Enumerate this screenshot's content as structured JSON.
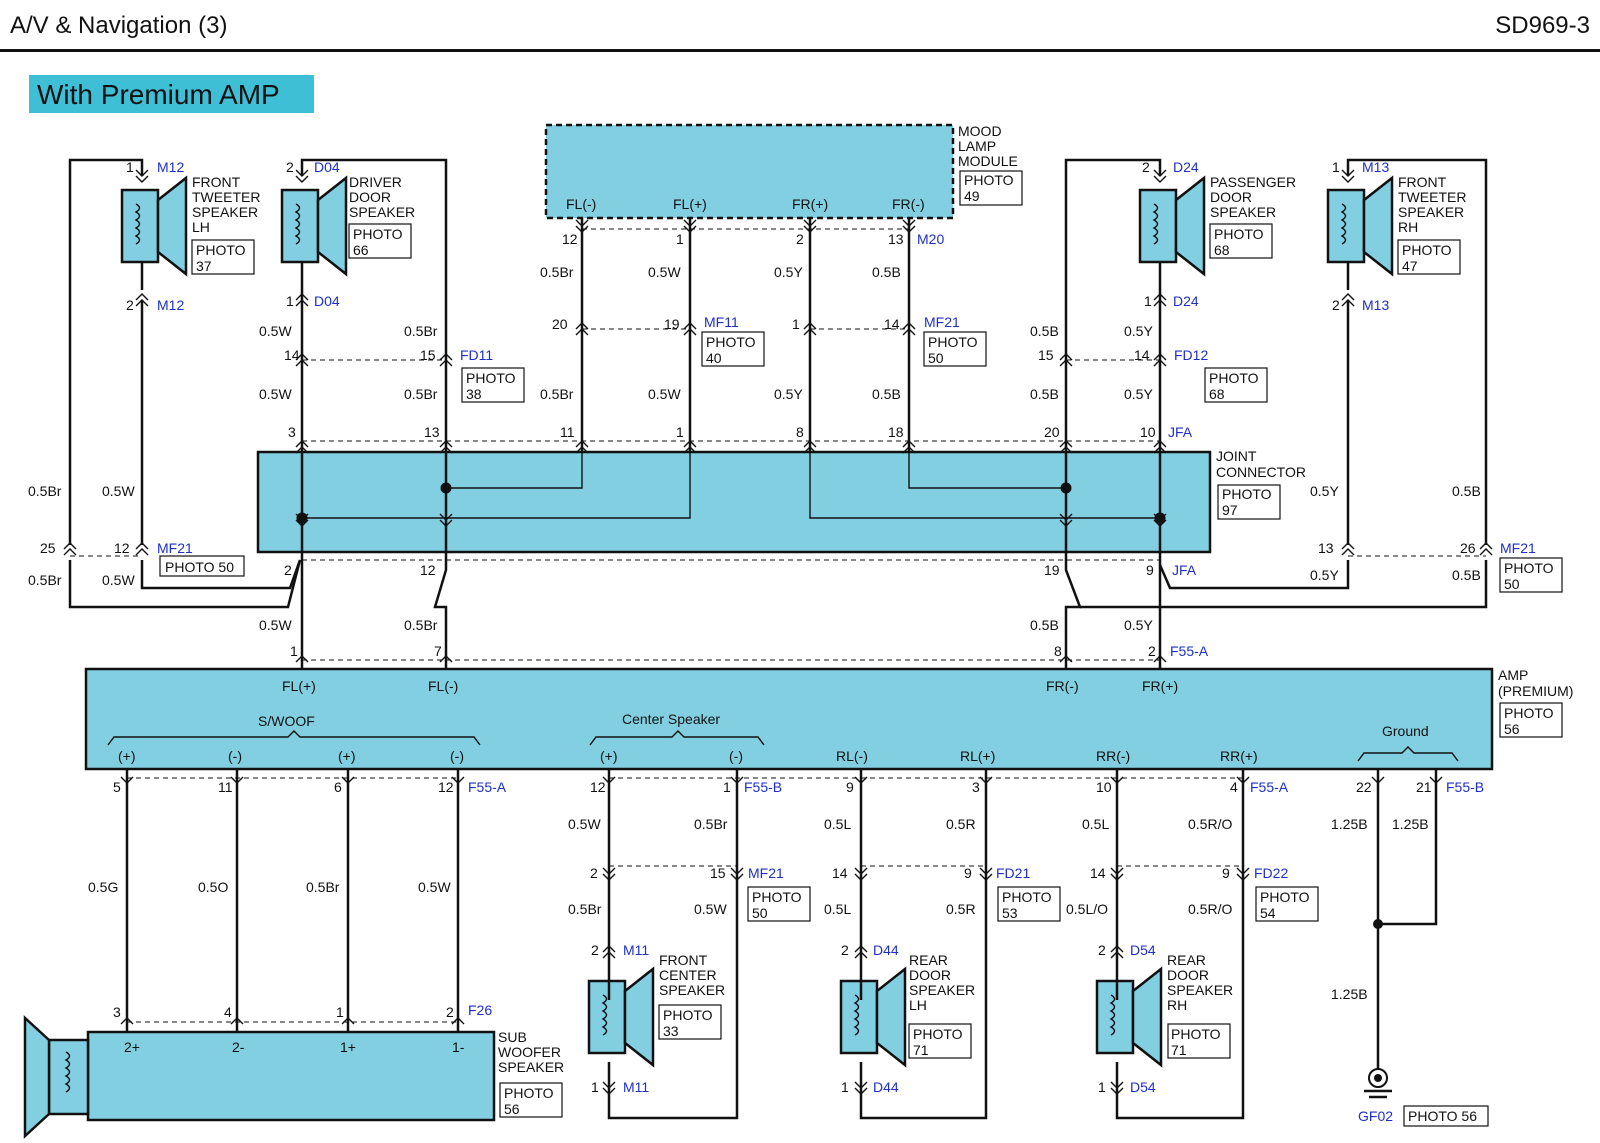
{
  "header": {
    "title": "A/V & Navigation (3)",
    "code": "SD969-3"
  },
  "variant_tag": "With Premium AMP",
  "modules": {
    "mood_lamp": {
      "name_lines": [
        "MOOD",
        "LAMP",
        "MODULE"
      ],
      "photo": [
        "PHOTO",
        "49"
      ],
      "pins": [
        "FL(-)",
        "FL(+)",
        "FR(+)",
        "FR(-)"
      ],
      "connector": "M20"
    },
    "joint": {
      "name_lines": [
        "JOINT",
        "CONNECTOR"
      ],
      "photo": [
        "PHOTO",
        "97"
      ],
      "connector": "JFA"
    },
    "amp": {
      "name_lines": [
        "AMP",
        "(PREMIUM)"
      ],
      "photo": [
        "PHOTO",
        "56"
      ],
      "top_pins": [
        "FL(+)",
        "FL(-)",
        "FR(-)",
        "FR(+)"
      ],
      "groups": [
        "S/WOOF",
        "Center Speaker",
        "Ground"
      ],
      "bottom_pins": [
        "(+)",
        "(-)",
        "(+)",
        "(-)",
        "(+)",
        "(-)",
        "RL(-)",
        "RL(+)",
        "RR(-)",
        "RR(+)"
      ],
      "connectors": [
        "F55-A",
        "F55-B"
      ]
    },
    "subwoofer": {
      "name_lines": [
        "SUB",
        "WOOFER",
        "SPEAKER"
      ],
      "photo": [
        "PHOTO",
        "56"
      ],
      "pins": [
        "2+",
        "2-",
        "1+",
        "1-"
      ],
      "connector": "F26"
    },
    "ground": {
      "id": "GF02",
      "photo": "PHOTO 56"
    }
  },
  "speakers": [
    {
      "name_lines": [
        "FRONT",
        "TWEETER",
        "SPEAKER",
        "LH"
      ],
      "photo": [
        "PHOTO",
        "37"
      ],
      "connector": "M12",
      "pins": [
        "1",
        "2"
      ]
    },
    {
      "name_lines": [
        "DRIVER",
        "DOOR",
        "SPEAKER"
      ],
      "photo": [
        "PHOTO",
        "66"
      ],
      "connector": "D04",
      "pins": [
        "2",
        "1"
      ]
    },
    {
      "name_lines": [
        "PASSENGER",
        "DOOR",
        "SPEAKER"
      ],
      "photo": [
        "PHOTO",
        "68"
      ],
      "connector": "D24",
      "pins": [
        "2",
        "1"
      ]
    },
    {
      "name_lines": [
        "FRONT",
        "TWEETER",
        "SPEAKER",
        "RH"
      ],
      "photo": [
        "PHOTO",
        "47"
      ],
      "connector": "M13",
      "pins": [
        "1",
        "2"
      ]
    },
    {
      "name_lines": [
        "FRONT",
        "CENTER",
        "SPEAKER"
      ],
      "photo": [
        "PHOTO",
        "33"
      ],
      "connector": "M11",
      "pins": [
        "2",
        "1"
      ]
    },
    {
      "name_lines": [
        "REAR",
        "DOOR",
        "SPEAKER",
        "LH"
      ],
      "photo": [
        "PHOTO",
        "71"
      ],
      "connector": "D44",
      "pins": [
        "2",
        "1"
      ]
    },
    {
      "name_lines": [
        "REAR",
        "DOOR",
        "SPEAKER",
        "RH"
      ],
      "photo": [
        "PHOTO",
        "71"
      ],
      "connector": "D54",
      "pins": [
        "2",
        "1"
      ]
    }
  ],
  "connectors": {
    "FD11": {
      "pins": [
        "14",
        "15"
      ],
      "photo": [
        "PHOTO",
        "38"
      ]
    },
    "MF11": {
      "pins": [
        "20",
        "19"
      ],
      "photo": [
        "PHOTO",
        "40"
      ]
    },
    "MF21_top": {
      "id": "MF21",
      "pins": [
        "1",
        "14"
      ],
      "photo": [
        "PHOTO",
        "50"
      ]
    },
    "FD12": {
      "pins": [
        "15",
        "14"
      ],
      "photo": [
        "PHOTO",
        "68"
      ]
    },
    "MF21_left": {
      "id": "MF21",
      "pins": [
        "25",
        "12"
      ],
      "photo": "PHOTO 50"
    },
    "MF21_right": {
      "id": "MF21",
      "pins": [
        "13",
        "26"
      ],
      "photo": [
        "PHOTO",
        "50"
      ]
    },
    "MF21_center": {
      "id": "MF21",
      "pins": [
        "2",
        "15"
      ],
      "photo": [
        "PHOTO",
        "50"
      ]
    },
    "FD21": {
      "pins": [
        "14",
        "9"
      ],
      "photo": [
        "PHOTO",
        "53"
      ]
    },
    "FD22": {
      "pins": [
        "14",
        "9"
      ],
      "photo": [
        "PHOTO",
        "54"
      ]
    }
  },
  "mood_pins": [
    "12",
    "1",
    "2",
    "13"
  ],
  "jfa_top_pins": [
    "3",
    "13",
    "11",
    "1",
    "8",
    "18",
    "20",
    "10"
  ],
  "jfa_bottom_pins": [
    "2",
    "12",
    "19",
    "9"
  ],
  "amp_top_pin_numbers": [
    "1",
    "7",
    "8",
    "2"
  ],
  "amp_bottom_pin_numbers": [
    "5",
    "11",
    "6",
    "12",
    "12",
    "1",
    "9",
    "3",
    "10",
    "4",
    "22",
    "21"
  ],
  "sub_pin_numbers": [
    "3",
    "4",
    "1",
    "2"
  ],
  "wire_labels": [
    "0.5W",
    "0.5Br",
    "0.5W",
    "0.5Br",
    "0.5Br",
    "0.5W",
    "0.5Y",
    "0.5B",
    "0.5Br",
    "0.5W",
    "0.5Y",
    "0.5B",
    "0.5B",
    "0.5Y",
    "0.5B",
    "0.5Y",
    "0.5Br",
    "0.5W",
    "0.5Br",
    "0.5W",
    "0.5Y",
    "0.5B",
    "0.5Y",
    "0.5B",
    "0.5W",
    "0.5Br",
    "0.5B",
    "0.5Y",
    "0.5G",
    "0.5O",
    "0.5Br",
    "0.5W",
    "0.5W",
    "0.5Br",
    "0.5L",
    "0.5R",
    "0.5L",
    "0.5R/O",
    "1.25B",
    "1.25B",
    "0.5Br",
    "0.5W",
    "0.5L",
    "0.5R",
    "0.5L/O",
    "0.5R/O",
    "1.25B"
  ]
}
